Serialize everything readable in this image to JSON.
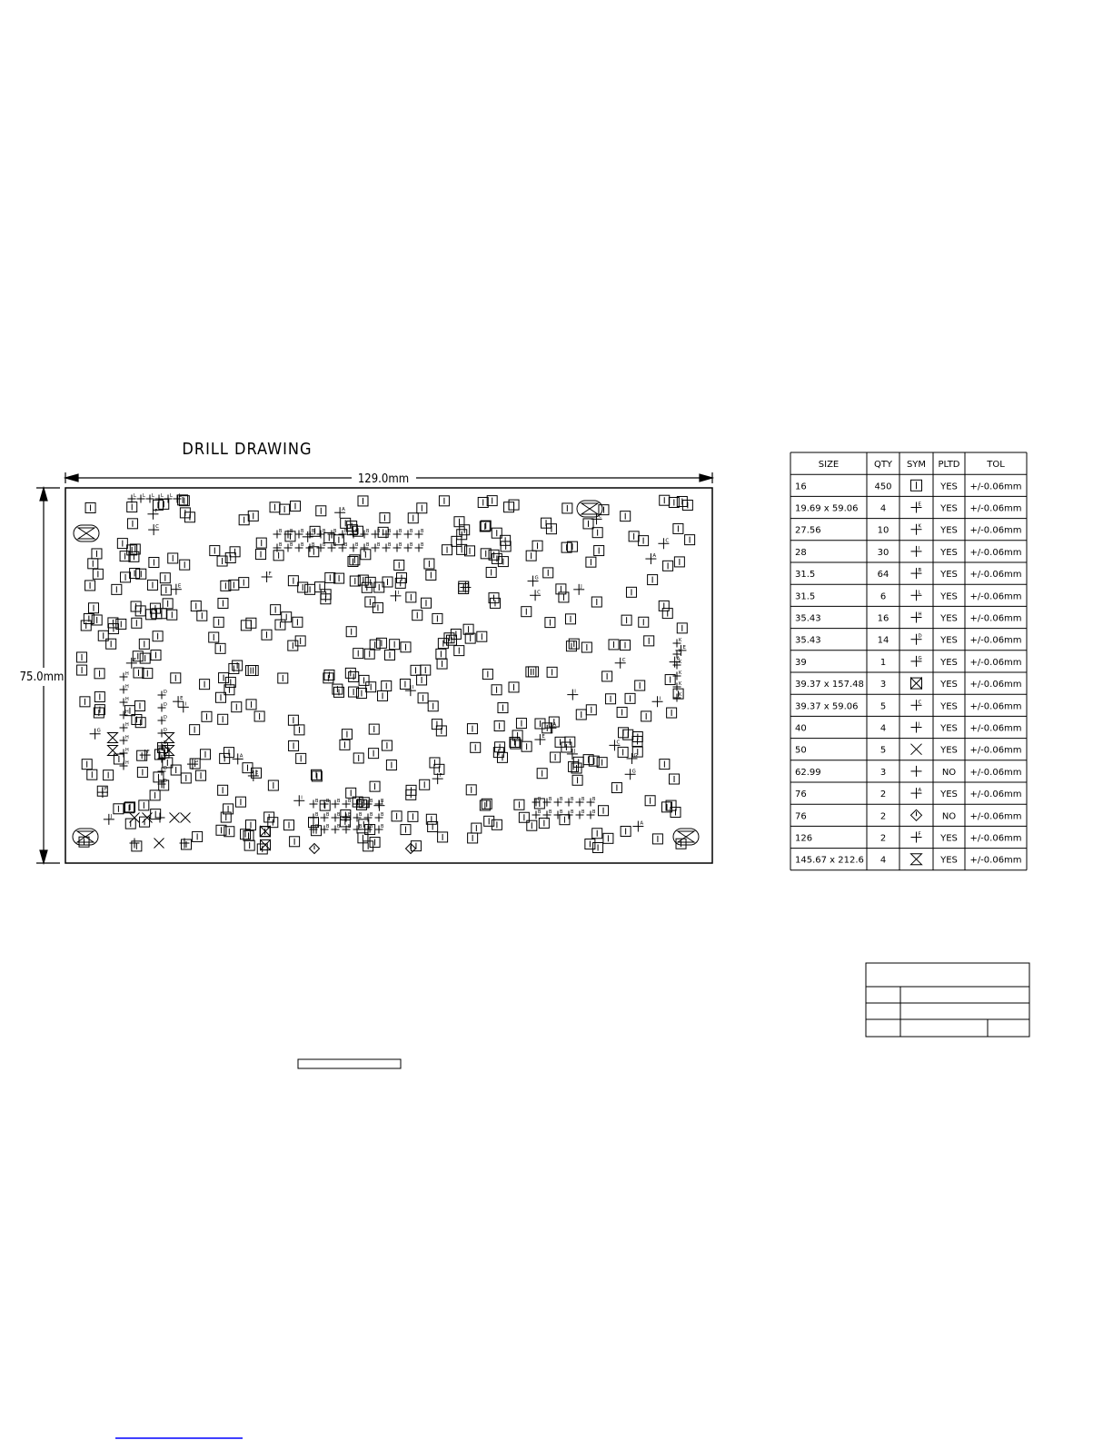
{
  "drawing": {
    "title": "DRILL DRAWING",
    "width_dim": "129.0mm",
    "height_dim": "75.0mm"
  },
  "colors": {
    "line": "#000000",
    "background": "#ffffff",
    "link_underline": "#0000ff"
  },
  "drill_table": {
    "headers": [
      "SIZE",
      "QTY",
      "SYM",
      "PLTD",
      "TOL"
    ],
    "rows": [
      {
        "size": "16",
        "qty": "450",
        "sym": "box-1",
        "pltd": "YES",
        "tol": "+/-0.06mm"
      },
      {
        "size": "19.69  x  59.06",
        "qty": "4",
        "sym": "cross-E",
        "pltd": "YES",
        "tol": "+/-0.06mm"
      },
      {
        "size": "27.56",
        "qty": "10",
        "sym": "cross-K",
        "pltd": "YES",
        "tol": "+/-0.06mm"
      },
      {
        "size": "28",
        "qty": "30",
        "sym": "cross-I",
        "pltd": "YES",
        "tol": "+/-0.06mm"
      },
      {
        "size": "31.5",
        "qty": "64",
        "sym": "cross-B",
        "pltd": "YES",
        "tol": "+/-0.06mm"
      },
      {
        "size": "31.5",
        "qty": "6",
        "sym": "cross-L",
        "pltd": "YES",
        "tol": "+/-0.06mm"
      },
      {
        "size": "35.43",
        "qty": "16",
        "sym": "cross-H",
        "pltd": "YES",
        "tol": "+/-0.06mm"
      },
      {
        "size": "35.43",
        "qty": "14",
        "sym": "cross-D",
        "pltd": "YES",
        "tol": "+/-0.06mm"
      },
      {
        "size": "39",
        "qty": "1",
        "sym": "cross-G",
        "pltd": "YES",
        "tol": "+/-0.06mm"
      },
      {
        "size": "39.37  x  157.48",
        "qty": "3",
        "sym": "bowtie",
        "pltd": "YES",
        "tol": "+/-0.06mm"
      },
      {
        "size": "39.37  x  59.06",
        "qty": "5",
        "sym": "cross-C",
        "pltd": "YES",
        "tol": "+/-0.06mm"
      },
      {
        "size": "40",
        "qty": "4",
        "sym": "cross-J",
        "pltd": "YES",
        "tol": "+/-0.06mm"
      },
      {
        "size": "50",
        "qty": "5",
        "sym": "x-mark",
        "pltd": "YES",
        "tol": "+/-0.06mm"
      },
      {
        "size": "62.99",
        "qty": "3",
        "sym": "plus",
        "pltd": "NO",
        "tol": "+/-0.06mm"
      },
      {
        "size": "76",
        "qty": "2",
        "sym": "cross-A",
        "pltd": "YES",
        "tol": "+/-0.06mm"
      },
      {
        "size": "76",
        "qty": "2",
        "sym": "diamond",
        "pltd": "NO",
        "tol": "+/-0.06mm"
      },
      {
        "size": "126",
        "qty": "2",
        "sym": "cross-F",
        "pltd": "YES",
        "tol": "+/-0.06mm"
      },
      {
        "size": "145.67  x  212.6",
        "qty": "4",
        "sym": "hourglass",
        "pltd": "YES",
        "tol": "+/-0.06mm"
      }
    ]
  },
  "title_block": {
    "rows": 3
  }
}
